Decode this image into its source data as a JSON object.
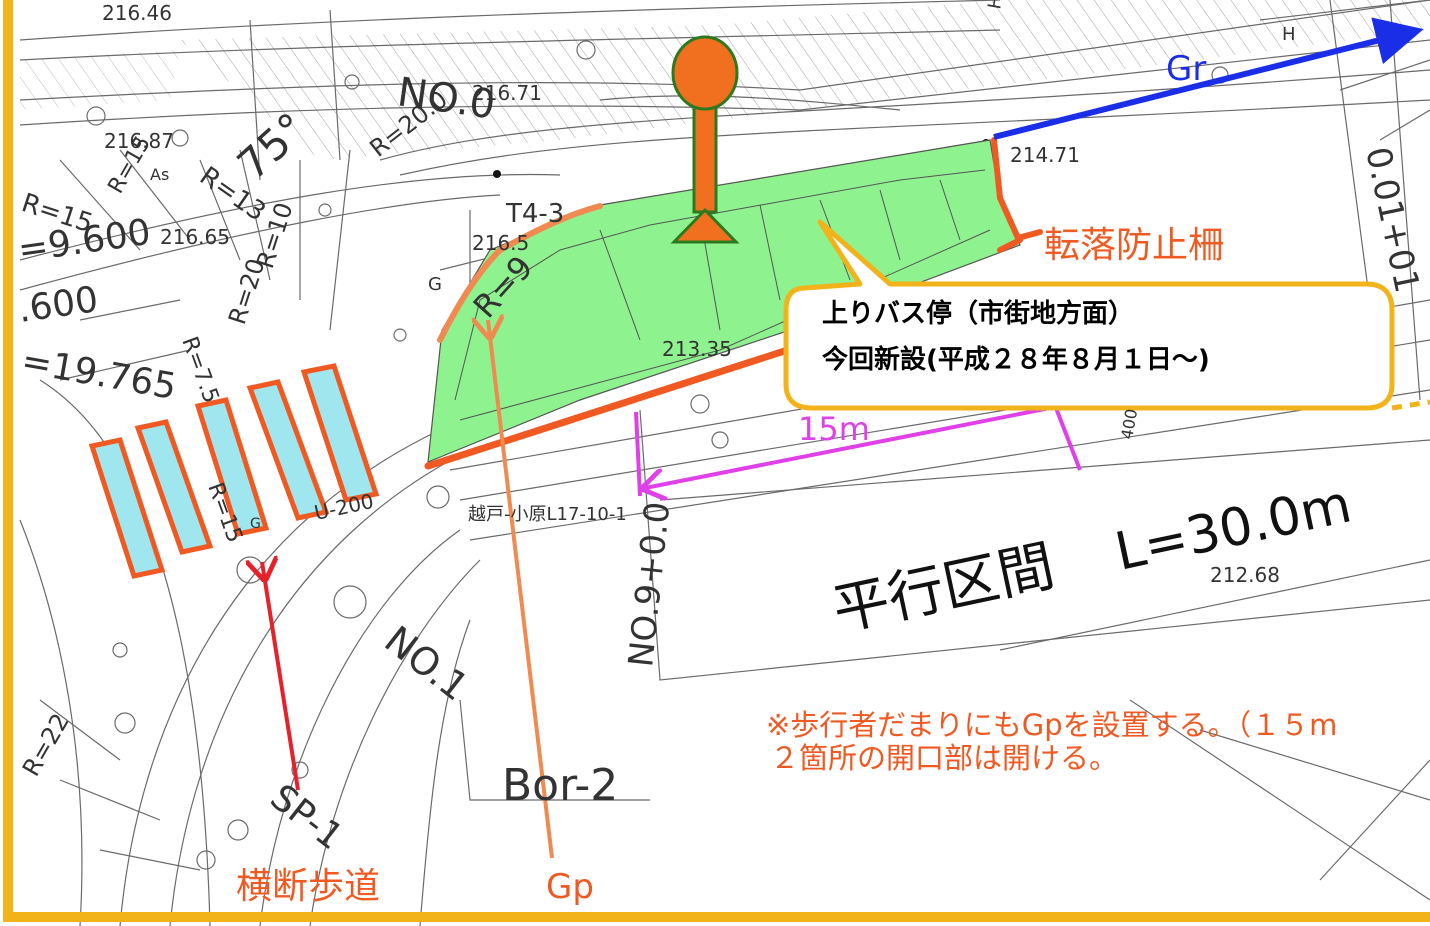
{
  "colors": {
    "frame": "#f2b21a",
    "platform_fill": "#8ef28e",
    "crosswalk_fill": "#9fe6ee",
    "orange_red": "#f05a22",
    "orange": "#f08a50",
    "blue": "#1a2ee8",
    "red": "#e8202a",
    "magenta": "#e040e8",
    "bus_stop_orange": "#f07020",
    "bus_stop_green": "#2d7a1e"
  },
  "icons": {
    "bus_stop": "bus-stop-sign-icon"
  },
  "callout": {
    "line1": "上りバス停（市街地方面）",
    "line2": "今回新設(平成２８年８月１日〜)"
  },
  "labels": {
    "fence": "転落防止柵",
    "crosswalk": "横断歩道",
    "gp": "Gp",
    "gr": "Gr",
    "distance_15m": "15m",
    "parallel_section": "平行区間",
    "length": "L=30.0m",
    "note_line1": "※歩行者だまりにもGpを設置する。（１５m",
    "note_line2": "２箇所の開口部は開ける。"
  },
  "survey": {
    "no0": "NO.0",
    "no1": "NO.1",
    "no9": "NO.9+0.0",
    "no10": "0.01+01",
    "bor2": "Bor-2",
    "sp1": "SP-1",
    "t43": "T4-3",
    "r9": "R=9",
    "r20_top": "R=20.0",
    "r15_left": "R=15",
    "r13": "R=13",
    "r10": "R=10",
    "r20_left": "R=20",
    "r7": "R=7.5",
    "r15_curve": "R=15",
    "r22": "R=22",
    "r15_top": "R=15",
    "as": "As",
    "angle75": "75°",
    "val_9600": "=9.600",
    "val_600": ".600",
    "val_19765": "=19.765",
    "elev_21646": "216.46",
    "elev_21671": "216.71",
    "elev_21687": "216.87",
    "elev_21665": "216.65",
    "elev_2165x": "216.5",
    "elev_21471": "214.71",
    "elev_21335": "213.35",
    "elev_21268": "212.68",
    "u200": "U-200",
    "koshido": "越戸-小原L17-10-1",
    "g1": "G",
    "g2": "G",
    "h1": "H",
    "h2": "H",
    "v400": "400"
  }
}
